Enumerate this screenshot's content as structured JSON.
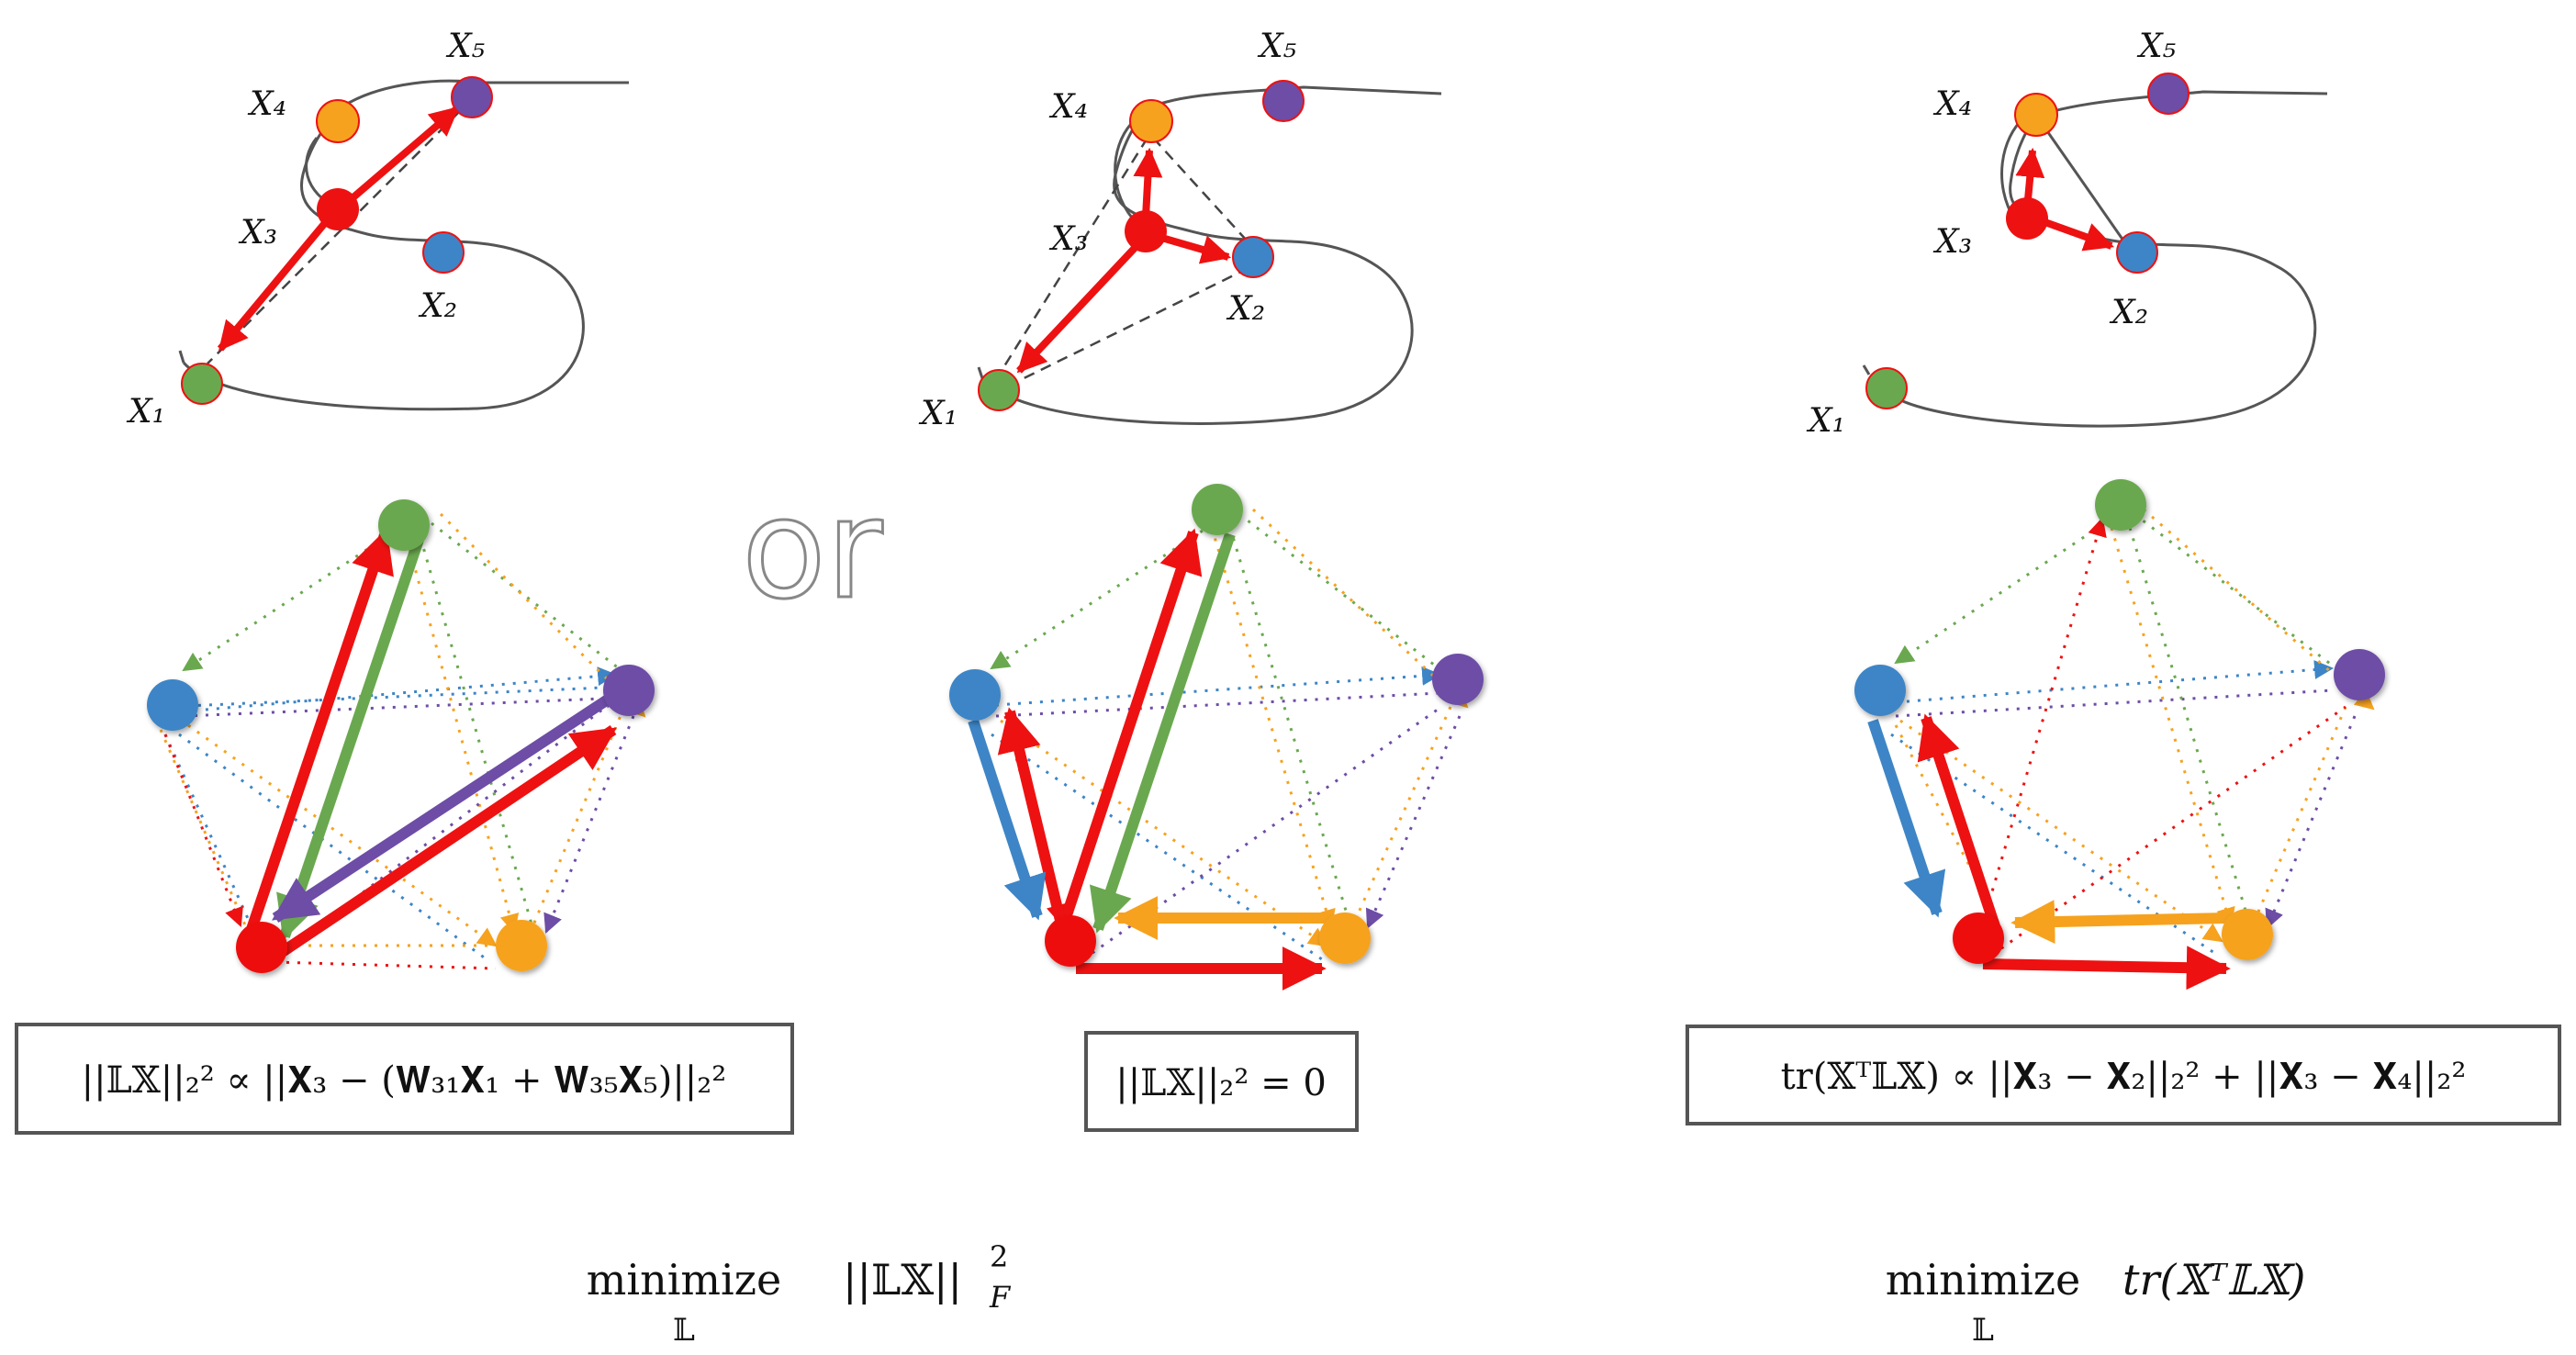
{
  "colors": {
    "red": "#ee1111",
    "green": "#6aa84f",
    "blue": "#3d85c6",
    "orange": "#f6a21e",
    "purple": "#6d4da6"
  },
  "labels": {
    "x1": "X₁",
    "x2": "X₂",
    "x3": "X₃",
    "x4": "X₄",
    "x5": "X₅"
  },
  "or_text": "or",
  "formulas": {
    "left": "||𝕃𝕏||₂² ∝ ||𝐗₃ − (𝐖₃₁𝐗₁ + 𝐖₃₅𝐗₅)||₂²",
    "middle": "||𝕃𝕏||₂² = 0",
    "right": "tr(𝕏ᵀ𝕃𝕏) ∝ ||𝐗₃ − 𝐗₂||₂² + ||𝐗₃ − 𝐗₄||₂²"
  },
  "objectives": {
    "left_label": "minimize",
    "left_sub": "𝕃",
    "left_expr": "||𝕃𝕏||",
    "left_sup": "2",
    "left_subF": "F",
    "right_label": "minimize",
    "right_sub": "𝕃",
    "right_expr": "tr(𝕏ᵀ𝕃𝕏)"
  }
}
